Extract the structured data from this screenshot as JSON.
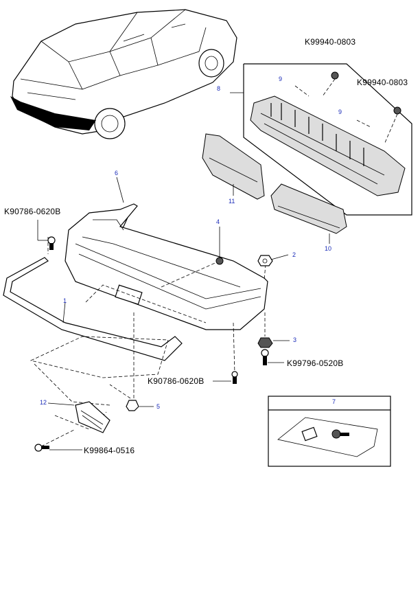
{
  "callouts": {
    "c1": "1",
    "c2": "2",
    "c3": "3",
    "c4": "4",
    "c5": "5",
    "c6": "6",
    "c7": "7",
    "c8": "8",
    "c9a": "9",
    "c9b": "9",
    "c10": "10",
    "c11": "11",
    "c12": "12"
  },
  "codes": {
    "k99940_top": "K99940-0803",
    "k99940_right": "K99940-0803",
    "k90786_left": "K90786-0620B",
    "k90786_bottom": "K90786-0620B",
    "k99796": "K99796-0520B",
    "k99864": "K99864-0516"
  },
  "colors": {
    "callout": "#1a2bb8",
    "line": "#000000"
  }
}
